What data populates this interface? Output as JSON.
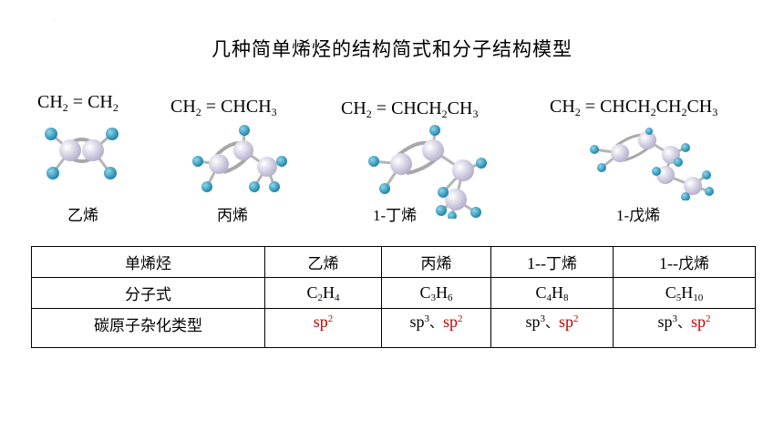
{
  "title": "几种简单烯烃的结构简式和分子结构模型",
  "dot": "·",
  "formulas": {
    "ethene": {
      "p1": "CH",
      "s1": "2",
      "p2": " = CH",
      "s2": "2"
    },
    "propene": {
      "p1": "CH",
      "s1": "2",
      "p2": " = CHCH",
      "s2": "3"
    },
    "butene": {
      "p1": "CH",
      "s1": "2",
      "p2": " = CHCH",
      "s2": "2",
      "p3": "CH",
      "s3": "3"
    },
    "pentene": {
      "p1": "CH",
      "s1": "2",
      "p2": " = CHCH",
      "s2": "2",
      "p3": "CH",
      "s3": "2",
      "p4": "CH",
      "s4": "3"
    }
  },
  "names": {
    "ethene": "乙烯",
    "propene": "丙烯",
    "butene_num": "1-",
    "butene_text": "丁烯",
    "pentene_num": "1-",
    "pentene_text": "戊烯"
  },
  "table": {
    "headers": [
      "单烯烃",
      "乙烯",
      "丙烯",
      "1--丁烯",
      "1--戊烯"
    ],
    "header_parts": {
      "butene_num": "1--",
      "butene_text": "丁烯",
      "pentene_num": "1--",
      "pentene_text": "戊烯"
    },
    "row_formula_label": "分子式",
    "molecular_formulas": [
      {
        "c": "C",
        "cn": "2",
        "h": "H",
        "hn": "4"
      },
      {
        "c": "C",
        "cn": "3",
        "h": "H",
        "hn": "6"
      },
      {
        "c": "C",
        "cn": "4",
        "h": "H",
        "hn": "8"
      },
      {
        "c": "C",
        "cn": "5",
        "h": "H",
        "hn": "10"
      }
    ],
    "row_hybrid_label": "碳原子杂化类型",
    "hybrid": {
      "sp": "sp",
      "sp2_exp": "2",
      "sp3_exp": "3",
      "separator": "、"
    }
  },
  "colors": {
    "hybrid_sp2": "#c00000",
    "carbon_atom": "#d8d4e8",
    "hydrogen_atom": "#3aa6c8",
    "bond": "#b8b8b8"
  }
}
